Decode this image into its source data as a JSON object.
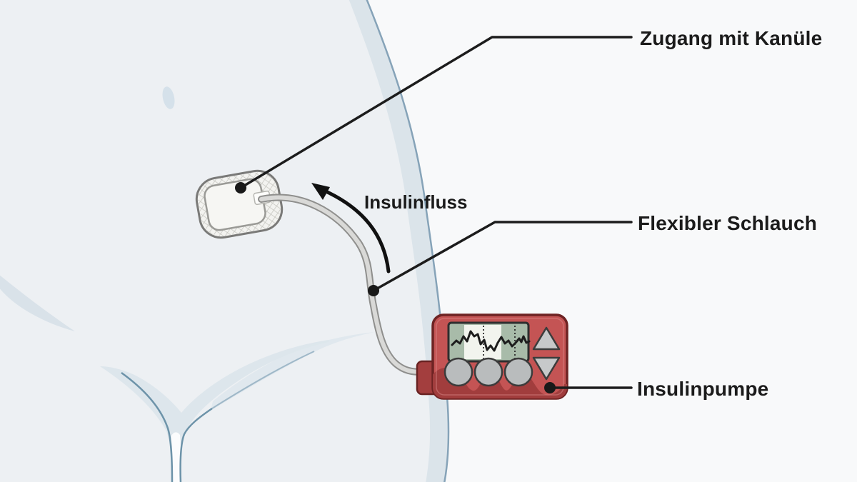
{
  "diagram": {
    "type": "medical-illustration",
    "subject": "Insulin pump infusion set attached to the abdomen",
    "language": "German"
  },
  "labels": {
    "cannula_access": "Zugang mit Kanüle",
    "flexible_tube": "Flexibler Schlauch",
    "insulin_pump": "Insulinpumpe",
    "insulin_flow": "Insulinfluss"
  },
  "pump": {
    "components": [
      "display-screen",
      "glucose-trend-graph",
      "up-arrow-button",
      "down-arrow-button",
      "round-button-1",
      "round-button-2",
      "round-button-3",
      "tube-connector"
    ]
  },
  "colors": {
    "background": "#f8f9fa",
    "body_fill": "#edf0f3",
    "body_shade": "#dbe4ea",
    "body_outline": "#86a3b8",
    "crease_line": "#6d93a9",
    "navel": "#d5e1ea",
    "pump_red": "#c45454",
    "pump_dark_red": "#a13d3d",
    "pump_border": "#6e2323",
    "screen_green": "#a8bba9",
    "screen_band": "#f2f4ee",
    "button_gray": "#b9bcbd",
    "triangle_gray": "#c7c9ca",
    "tube_fill": "#d9d9d7",
    "tube_outline": "#8f8f8d",
    "patch_fill": "#f3f3f0",
    "patch_border": "#7a7a78",
    "line_black": "#1c1c1c"
  }
}
